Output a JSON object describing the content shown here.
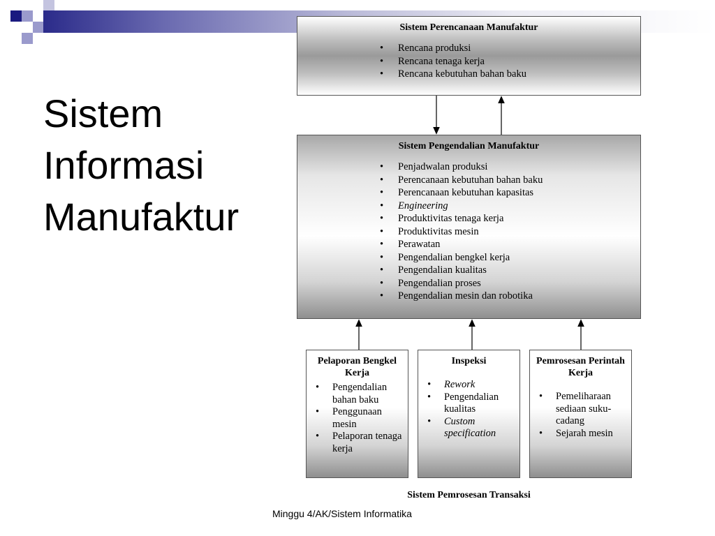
{
  "slide": {
    "title": "Sistem\nInformasi\nManufaktur",
    "footer": "Minggu 4/AK/Sistem Informatika"
  },
  "diagram": {
    "planning": {
      "title": "Sistem Perencanaan Manufaktur",
      "items": [
        "Rencana produksi",
        "Rencana tenaga kerja",
        "Rencana kebutuhan bahan baku"
      ]
    },
    "control": {
      "title": "Sistem Pengendalian Manufaktur",
      "items": [
        "Penjadwalan produksi",
        "Perencanaan kebutuhan bahan baku",
        "Perencanaan kebutuhan kapasitas",
        "Engineering",
        "Produktivitas tenaga kerja",
        "Produktivitas mesin",
        "Perawatan",
        "Pengendalian bengkel kerja",
        "Pengendalian kualitas",
        "Pengendalian proses",
        "Pengendalian mesin dan robotika"
      ]
    },
    "workshop_report": {
      "title": "Pelaporan Bengkel Kerja",
      "items": [
        "Pengendalian bahan baku",
        "Penggunaan mesin",
        "Pelaporan tenaga kerja"
      ]
    },
    "inspection": {
      "title": "Inspeksi",
      "items": [
        "Rework",
        "Pengendalian kualitas",
        "Custom specification"
      ]
    },
    "work_order": {
      "title": "Pemrosesan Perintah Kerja",
      "items": [
        "Pemeliharaan sediaan suku-cadang",
        "Sejarah mesin"
      ]
    },
    "caption": "Sistem Pemrosesan Transaksi"
  },
  "colors": {
    "accent_dark": "#1a1a80",
    "accent_light": "#9a9acc"
  }
}
